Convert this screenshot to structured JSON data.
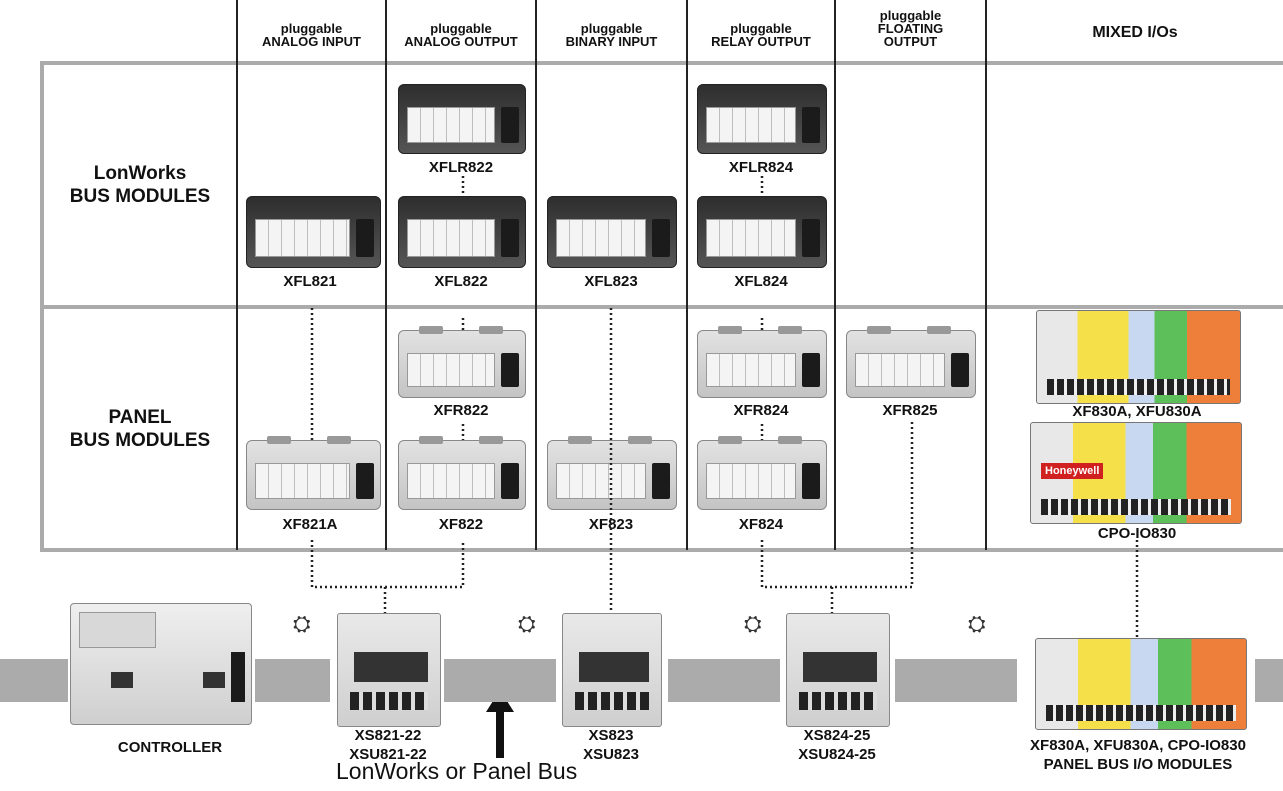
{
  "columns": [
    {
      "line1": "pluggable",
      "line2": "ANALOG INPUT",
      "line3": ""
    },
    {
      "line1": "pluggable",
      "line2": "ANALOG OUTPUT",
      "line3": ""
    },
    {
      "line1": "pluggable",
      "line2": "BINARY INPUT",
      "line3": ""
    },
    {
      "line1": "pluggable",
      "line2": "RELAY OUTPUT",
      "line3": ""
    },
    {
      "line1": "pluggable",
      "line2": "FLOATING",
      "line3": "OUTPUT"
    },
    {
      "line1": "MIXED I/Os",
      "line2": "",
      "line3": ""
    }
  ],
  "rows": [
    {
      "line1": "LonWorks",
      "line2": "BUS MODULES"
    },
    {
      "line1": "PANEL",
      "line2": "BUS MODULES"
    }
  ],
  "lonworks_modules": [
    "XFL821",
    "XFLR822",
    "XFL822",
    "XFL823",
    "XFLR824",
    "XFL824"
  ],
  "panel_modules": [
    "XF821A",
    "XFR822",
    "XF822",
    "XF823",
    "XFR824",
    "XF824",
    "XFR825",
    "XF830A, XFU830A",
    "CPO-IO830"
  ],
  "controller": {
    "label": "CONTROLLER"
  },
  "bases": [
    {
      "line1": "XS821-22",
      "line2": "XSU821-22"
    },
    {
      "line1": "XS823",
      "line2": "XSU823"
    },
    {
      "line1": "XS824-25",
      "line2": "XSU824-25"
    },
    {
      "line1": "XF830A, XFU830A, CPO-IO830",
      "line2": "PANEL BUS I/O MODULES"
    }
  ],
  "bus_label": "LonWorks or Panel Bus",
  "brand_text": "Honeywell",
  "colors": {
    "grid": "#b0b0b0",
    "bus": "#ababab",
    "dark_module": "#2e2e2e",
    "light_module": "#d6d6d6"
  }
}
